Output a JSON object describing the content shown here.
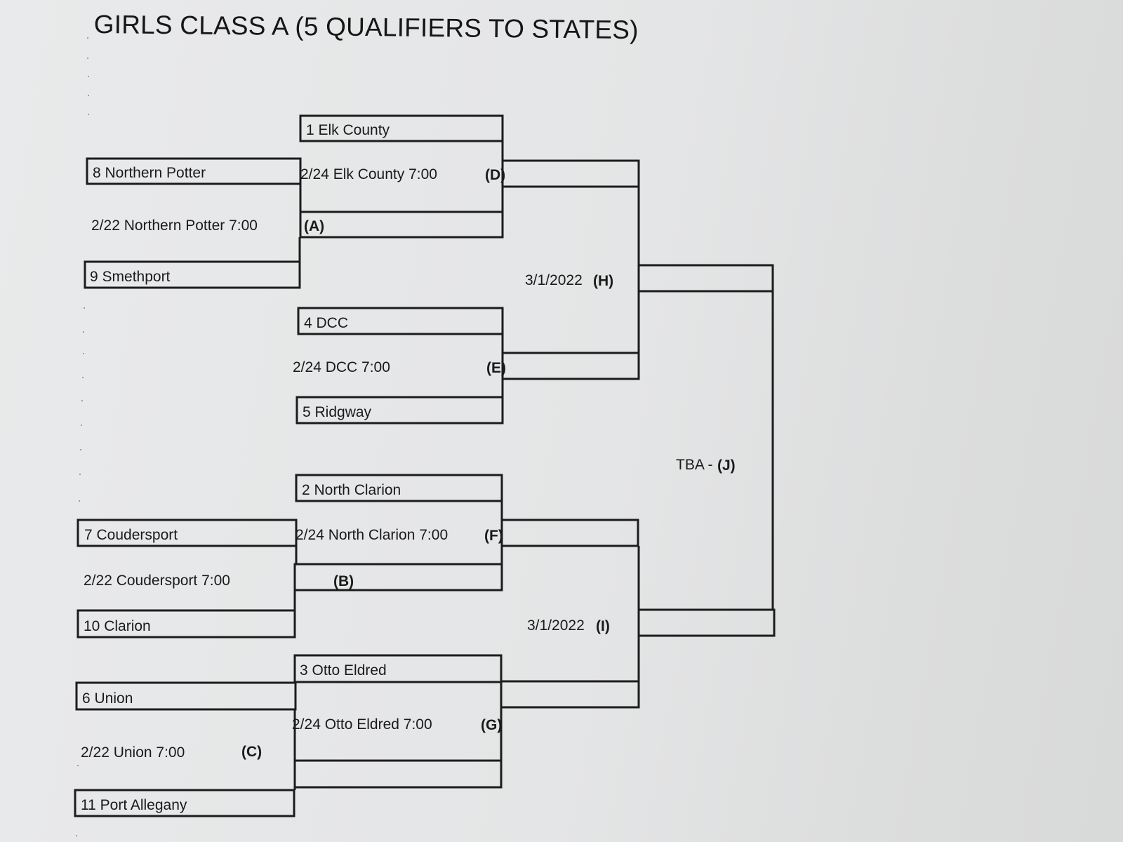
{
  "title": "GIRLS CLASS A (5 QUALIFIERS TO STATES)",
  "teams": {
    "t1": "1 Elk County",
    "t8": "8 Northern Potter",
    "t9": "9 Smethport",
    "t4": "4 DCC",
    "t5": "5 Ridgway",
    "t2": "2 North Clarion",
    "t7": "7 Coudersport",
    "t10": "10 Clarion",
    "t3": "3 Otto Eldred",
    "t6": "6 Union",
    "t11": "11 Port Allegany"
  },
  "games": {
    "A": {
      "label": "2/22 Northern Potter 7:00",
      "code": "(A)"
    },
    "B": {
      "label": "2/22 Coudersport 7:00",
      "code": "(B)"
    },
    "C": {
      "label": "2/22 Union 7:00",
      "code": "(C)"
    },
    "D": {
      "label": "2/24 Elk County 7:00",
      "code": "(D)"
    },
    "E": {
      "label": "2/24 DCC 7:00",
      "code": "(E)"
    },
    "F": {
      "label": "2/24 North Clarion 7:00",
      "code": "(F)"
    },
    "G": {
      "label": "2/24 Otto Eldred 7:00",
      "code": "(G)"
    },
    "H": {
      "label": "3/1/2022",
      "code": "(H)"
    },
    "I": {
      "label": "3/1/2022",
      "code": "(I)"
    },
    "J": {
      "label": "TBA -",
      "code": "(J)"
    }
  }
}
